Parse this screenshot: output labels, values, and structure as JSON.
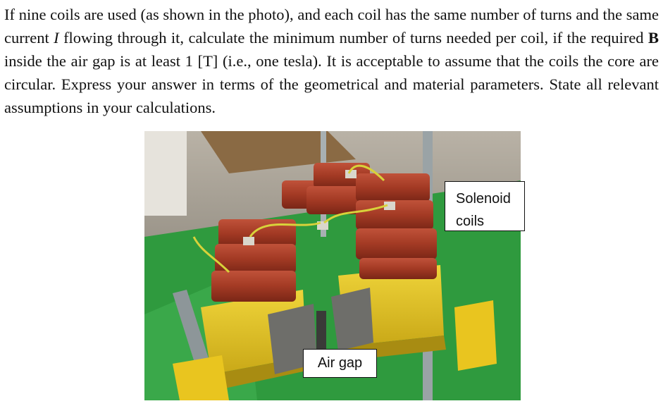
{
  "question": {
    "part1": "If nine coils are used (as shown in the photo), and each coil has the same number of turns and the same current ",
    "current_symbol": "I",
    "part2": " flowing through it, calculate the minimum number of turns needed per coil, if the required ",
    "field_symbol": "B",
    "part3": " inside the air gap is at least 1 [T] (i.e., one tesla). It is acceptable to assume that the coils the core are circular. Express your answer in terms of the geometrical and material parameters. State all relevant assumptions in your calculations."
  },
  "photo": {
    "labels": {
      "solenoid_line1": "Solenoid",
      "solenoid_line2": "coils",
      "air_gap": "Air gap"
    },
    "colors": {
      "coil": "#a33a24",
      "yoke": "#e2c21a",
      "table": "#2f9a3e",
      "frame": "#9aa3a6"
    }
  }
}
